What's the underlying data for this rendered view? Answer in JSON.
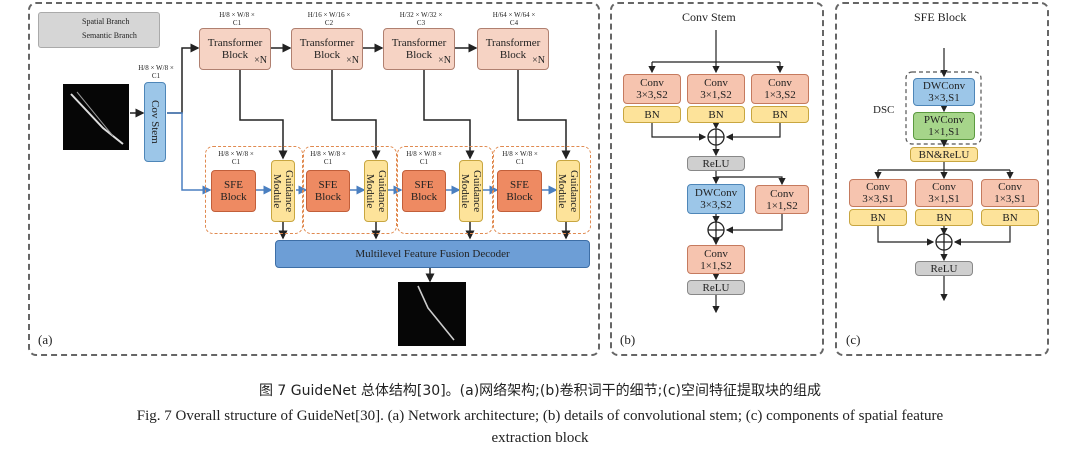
{
  "legend": {
    "spatial": "Spatial Branch",
    "semantic": "Semantic Branch"
  },
  "panel_a": {
    "label": "(a)",
    "conv_stem": "Cov Stem",
    "stem_dims": "H/8 × W/8 × C1",
    "transformer_label": "Transformer\nBlock",
    "times_n": "×N",
    "transformer_dims": [
      "H/8 × W/8 × C1",
      "H/16 × W/16 × C2",
      "H/32 × W/32 × C3",
      "H/64 × W/64 × C4"
    ],
    "sfe_label": "SFE\nBlock",
    "guidance_label": "Guidance\nModule",
    "sfe_dims": "H/8 × W/8 × C1",
    "decoder": "Multilevel Feature Fusion Decoder"
  },
  "panel_b": {
    "label": "(b)",
    "title": "Conv Stem",
    "conv_a": "Conv\n3×3,S2",
    "conv_b": "Conv\n3×1,S2",
    "conv_c": "Conv\n1×3,S2",
    "bn": "BN",
    "relu": "ReLU",
    "dwconv": "DWConv\n3×3,S2",
    "conv_d": "Conv\n1×1,S2",
    "conv_e": "Conv\n1×1,S2"
  },
  "panel_c": {
    "label": "(c)",
    "title": "SFE Block",
    "dsc": "DSC",
    "dwconv": "DWConv\n3×3,S1",
    "pwconv": "PWConv\n1×1,S1",
    "bnrelu": "BN&ReLU",
    "conv_a": "Conv\n3×3,S1",
    "conv_b": "Conv\n3×1,S1",
    "conv_c": "Conv\n1×3,S1",
    "bn": "BN",
    "relu": "ReLU"
  },
  "caption": {
    "zh": "图 7   GuideNet 总体结构[30]。(a)网络架构;(b)卷积词干的细节;(c)空间特征提取块的组成",
    "en_line1": "Fig. 7   Overall structure of GuideNet[30]. (a) Network architecture; (b) details of convolutional stem; (c) components of spatial feature",
    "en_line2": "extraction block"
  },
  "colors": {
    "transformer": "#f6d3c4",
    "sfe": "#ee8a62",
    "guidance": "#fde39a",
    "decoder": "#6d9ed6",
    "stem": "#9cc6e8",
    "pwconv": "#a6d58a",
    "relu": "#cfcfcf"
  }
}
